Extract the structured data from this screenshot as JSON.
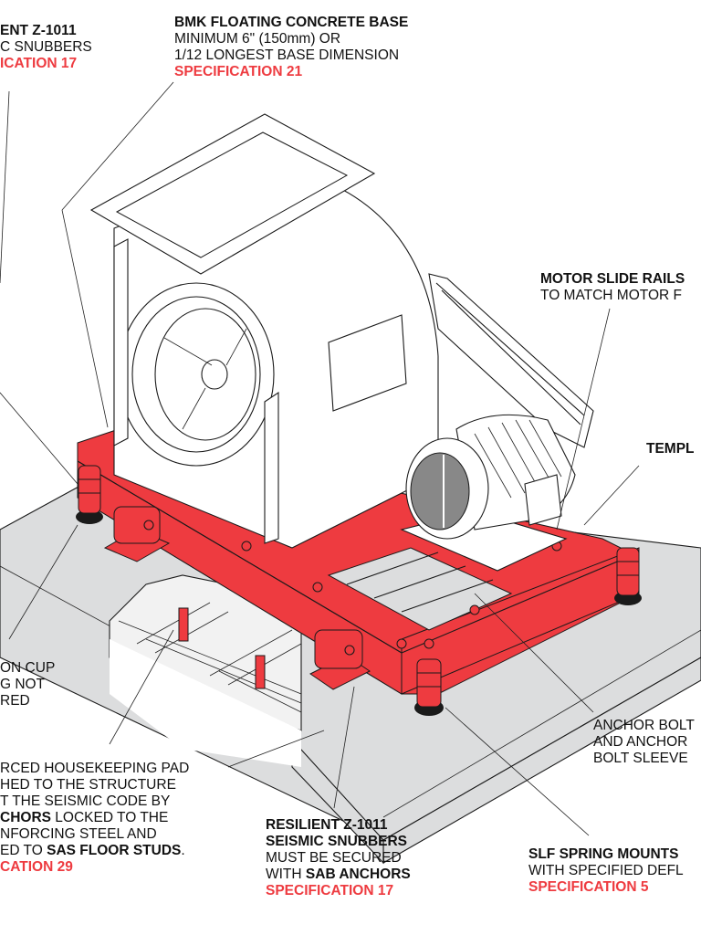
{
  "title": "Fan Isolation Base Installation Detail",
  "colors": {
    "accent_red": "#ee3b40",
    "pad_gray": "#dcddde",
    "line": "#1a1a1a"
  },
  "callouts": {
    "snubbers_top_left": {
      "line1": "ENT Z-1011",
      "line2": "C SNUBBERS",
      "spec": "ICATION 17"
    },
    "concrete_base": {
      "title": "BMK FLOATING CONCRETE BASE",
      "line1": "MINIMUM 6\" (150mm) OR",
      "line2": "1/12 LONGEST BASE DIMENSION",
      "spec": "SPECIFICATION 21"
    },
    "motor_rails": {
      "title": "MOTOR SLIDE RAILS",
      "line1": "TO MATCH MOTOR F"
    },
    "template": {
      "title": "TEMPL"
    },
    "cup": {
      "line1": "ON CUP",
      "line2": "G NOT",
      "line3": "RED"
    },
    "anchor_bolt": {
      "line1": "ANCHOR BOLT",
      "line2": "AND ANCHOR",
      "line3": "BOLT SLEEVE"
    },
    "housekeeping_pad": {
      "line1": "RCED HOUSEKEEPING PAD",
      "line2": "HED TO THE STRUCTURE",
      "line3": "T THE SEISMIC CODE BY",
      "line4_bold": "CHORS",
      "line4_rest": " LOCKED TO THE",
      "line5": "NFORCING STEEL AND",
      "line6_pre": "ED TO ",
      "line6_bold": "SAS FLOOR STUDS",
      "line6_post": ".",
      "spec": "CATION 29"
    },
    "snubbers_bottom": {
      "title1": "RESILIENT Z-1011",
      "title2": "SEISMIC SNUBBERS",
      "line1": "MUST BE SECURED",
      "line2_pre": "WITH ",
      "line2_bold": "SAB ANCHORS",
      "spec": "SPECIFICATION 17"
    },
    "spring_mounts": {
      "title": "SLF SPRING MOUNTS",
      "line1": "WITH SPECIFIED DEFL",
      "spec": "SPECIFICATION 5"
    }
  }
}
